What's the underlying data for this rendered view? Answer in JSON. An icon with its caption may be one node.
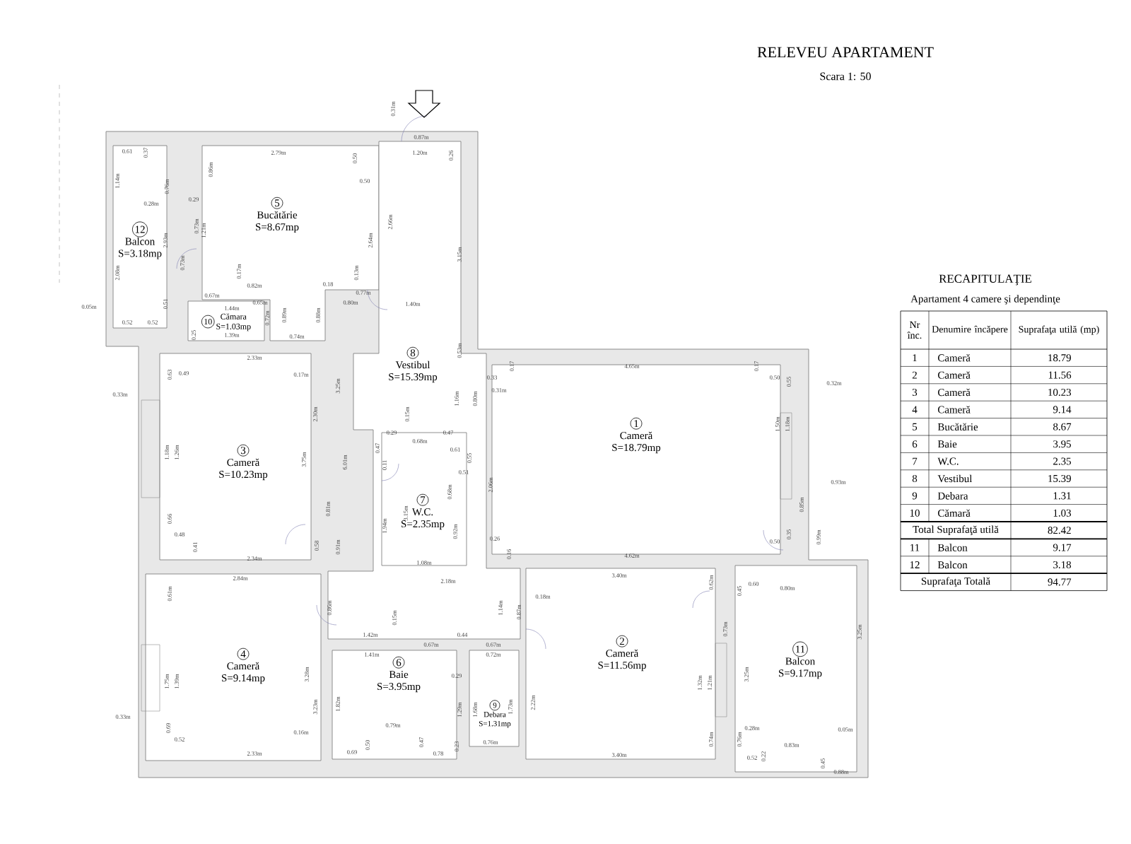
{
  "diagram": {
    "title": "RELEVEU APARTAMENT",
    "nodes": [
      {
        "text": [
          "1",
          "Cameră",
          "S=18.79mp"
        ]
      },
      {
        "text": [
          "2",
          "Cameră",
          "S=11.56mp"
        ]
      },
      {
        "text": [
          "3",
          "Cameră",
          "S=10.23mp"
        ]
      },
      {
        "text": [
          "4",
          "Cameră",
          "S=9.14mp"
        ]
      },
      {
        "text": [
          "5",
          "Bucătărie",
          "S=8.67mp"
        ]
      },
      {
        "text": [
          "6",
          "Baie",
          "S=3.95mp"
        ]
      },
      {
        "text": [
          "7",
          "W.C.",
          "S=2.35mp"
        ]
      },
      {
        "text": [
          "8",
          "Vestibul",
          "S=15.39mp"
        ]
      },
      {
        "text": [
          "9",
          "Debara",
          "S=1.31mp"
        ]
      },
      {
        "text": [
          "10",
          "Cămara",
          "S=1.03mp"
        ]
      },
      {
        "text": [
          "11",
          "Balcon",
          "S=9.17mp"
        ]
      },
      {
        "text": [
          "12",
          "Balcon",
          "S=3.18mp"
        ]
      }
    ],
    "edges": [],
    "labels": [
      "Scara 1: 50",
      "RECAPITULAŢIE",
      "Apartament 4 camere şi dependinţe",
      "Nr înc.",
      "Denumire încăpere",
      "Suprafaţa utilă (mp)",
      "1",
      "Cameră",
      "18.79",
      "2",
      "Cameră",
      "11.56",
      "3",
      "Cameră",
      "10.23",
      "4",
      "Cameră",
      "9.14",
      "5",
      "Bucătărie",
      "8.67",
      "6",
      "Baie",
      "3.95",
      "7",
      "W.C.",
      "2.35",
      "8",
      "Vestibul",
      "15.39",
      "9",
      "Debara",
      "1.31",
      "10",
      "Cămară",
      "1.03",
      "Total Suprafaţă utilă",
      "82.42",
      "11",
      "Balcon",
      "9.17",
      "12",
      "Balcon",
      "3.18",
      "Suprafaţa Totală",
      "94.77",
      "0.31m",
      "0.87m",
      "0.61",
      "0.37",
      "2.79m",
      "0.50",
      "1.20m",
      "0.26",
      "1.14m",
      "0.76m",
      "0.86m",
      "0.50",
      "0.28m",
      "0.29",
      "2.93m",
      "0.73m",
      "1.21m",
      "2.64m",
      "2.66m",
      "3.15m",
      "2.08m",
      "0.73m",
      "0.17m",
      "0.13m",
      "0.67m",
      "0.82m",
      "0.18",
      "0.77m",
      "0.05m",
      "0.51",
      "1.44m",
      "0.65m",
      "0.80m",
      "1.40m",
      "0.52",
      "0.52",
      "0.72m",
      "0.89m",
      "0.88m",
      "0.25",
      "1.39m",
      "0.74m",
      "2.33m",
      "0.53m",
      "0.17",
      "4.65m",
      "0.17",
      "0.33m",
      "0.63",
      "0.49",
      "0.17m",
      "3.25m",
      "1.16m",
      "0.80m",
      "0.33",
      "0.31m",
      "0.50",
      "0.55",
      "0.32m",
      "2.30m",
      "0.15m",
      "1.50m",
      "1.18m",
      "0.47",
      "0.29",
      "0.68m",
      "0.47",
      "0.61",
      "1.18m",
      "1.26m",
      "3.75m",
      "6.01m",
      "0.11",
      "0.51",
      "0.55",
      "0.68m",
      "2.06m",
      "0.93m",
      "0.81m",
      "3.15m",
      "0.85m",
      "0.66",
      "1.94m",
      "0.92m",
      "0.48",
      "0.41",
      "0.58",
      "0.91m",
      "0.26",
      "0.50",
      "0.35",
      "0.99m",
      "2.34m",
      "1.08m",
      "0.16",
      "4.62m",
      "0.61m",
      "2.84m",
      "2.18m",
      "0.18m",
      "3.40m",
      "0.62m",
      "0.45",
      "0.60",
      "0.80m",
      "0.86m",
      "0.15m",
      "1.14m",
      "0.87m",
      "1.42m",
      "0.44",
      "0.73m",
      "3.25m",
      "0.67m",
      "0.67m",
      "1.41m",
      "0.72m",
      "1.75m",
      "1.39m",
      "3.28m",
      "0.29",
      "1.32m",
      "1.21m",
      "3.25m",
      "3.23m",
      "1.82m",
      "1.29m",
      "1.68m",
      "1.73m",
      "2.22m",
      "0.33m",
      "0.69",
      "0.16m",
      "0.79m",
      "0.28m",
      "0.05m",
      "0.52",
      "0.50",
      "0.47",
      "0.23",
      "0.76m",
      "0.74m",
      "0.76m",
      "0.83m",
      "2.33m",
      "0.69",
      "0.78",
      "3.40m",
      "0.52",
      "0.22",
      "0.45",
      "0.88m"
    ]
  }
}
